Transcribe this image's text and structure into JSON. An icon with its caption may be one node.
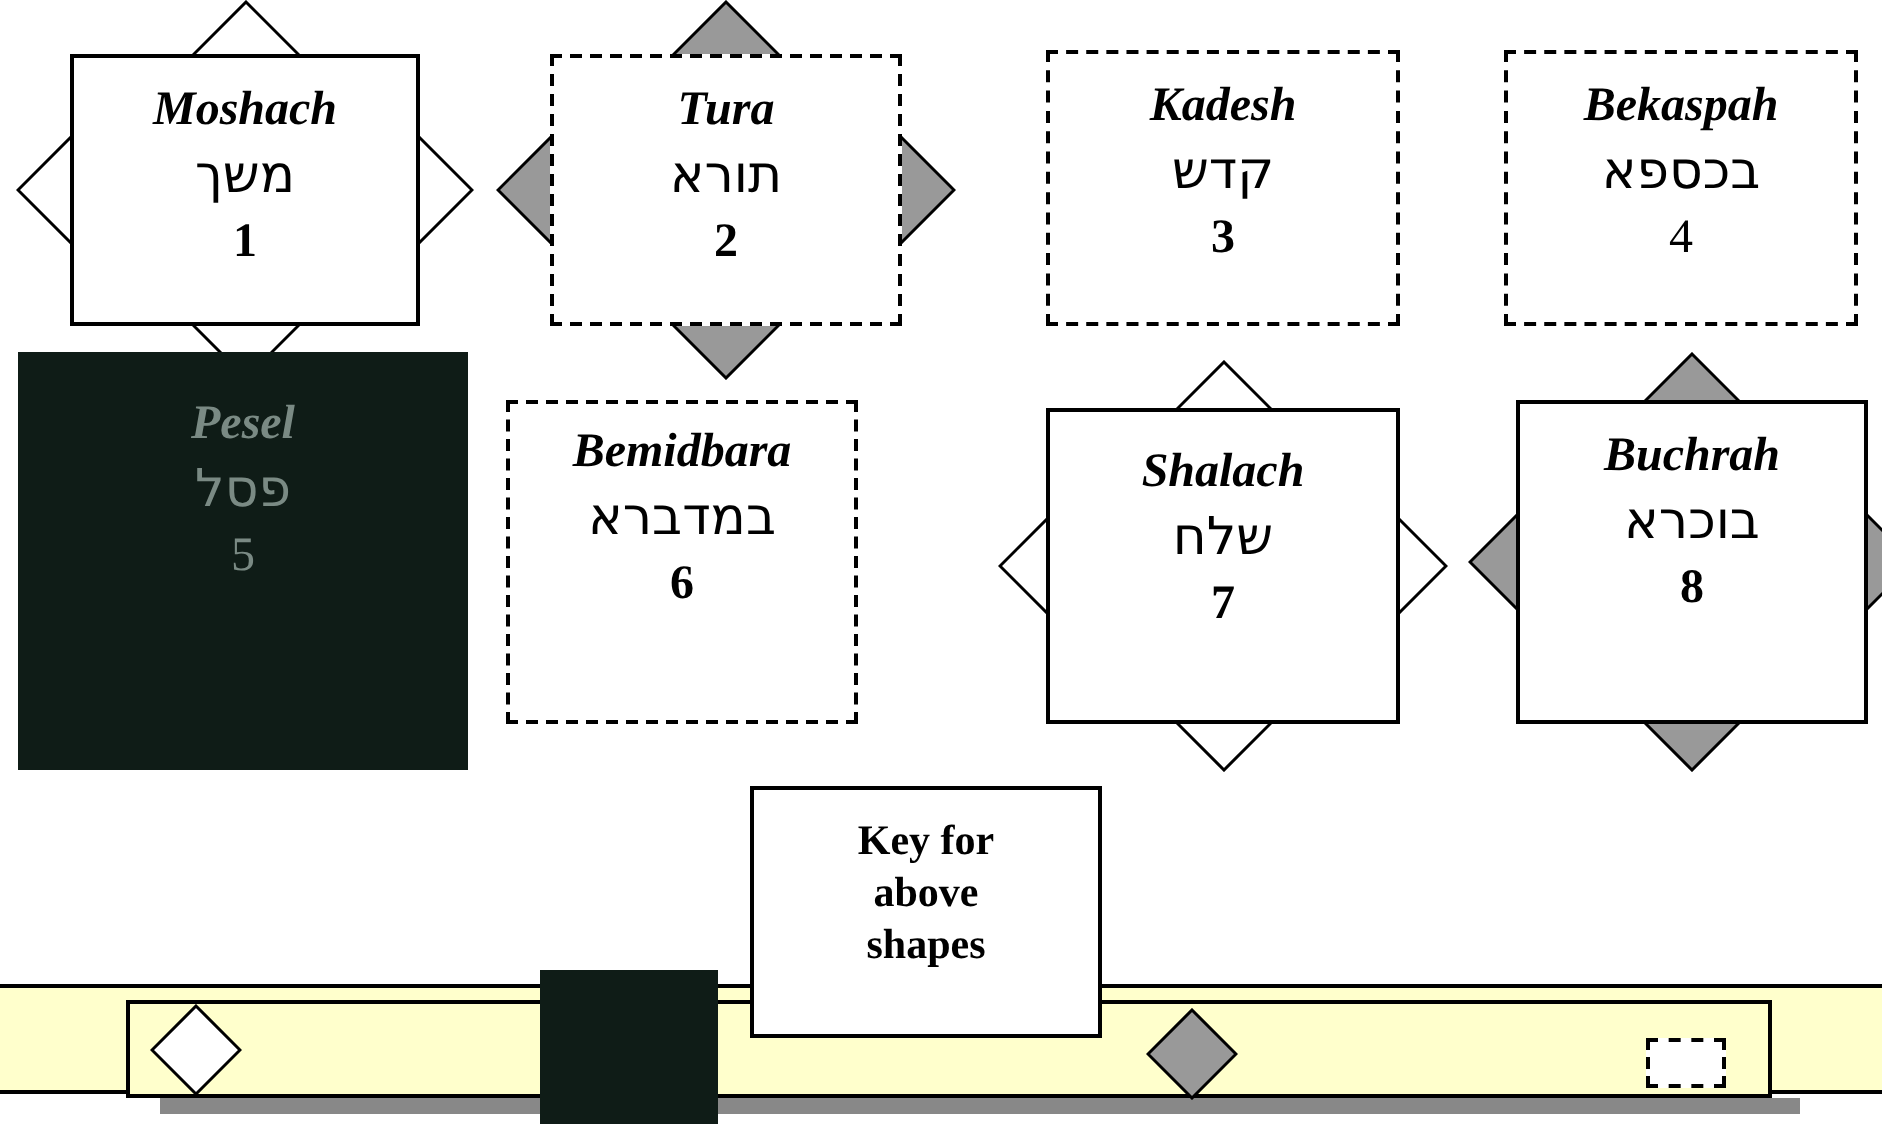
{
  "diagram": {
    "nodes": [
      {
        "text": [
          "Moshach",
          "משך",
          "1"
        ]
      },
      {
        "text": [
          "Tura",
          "תורא",
          "2"
        ]
      },
      {
        "text": [
          "Kadesh",
          "קדש",
          "3"
        ]
      },
      {
        "text": [
          "Bekaspah",
          "בכספא",
          "4"
        ]
      },
      {
        "text": [
          "Pesel",
          "פסל",
          "5"
        ]
      },
      {
        "text": [
          "Bemidbara",
          "במדברא",
          "6"
        ]
      },
      {
        "text": [
          "Shalach",
          "שלח",
          "7"
        ]
      },
      {
        "text": [
          "Buchrah",
          "בוכרא",
          "8"
        ]
      },
      {
        "text": [
          "Key for above shapes"
        ]
      }
    ]
  }
}
